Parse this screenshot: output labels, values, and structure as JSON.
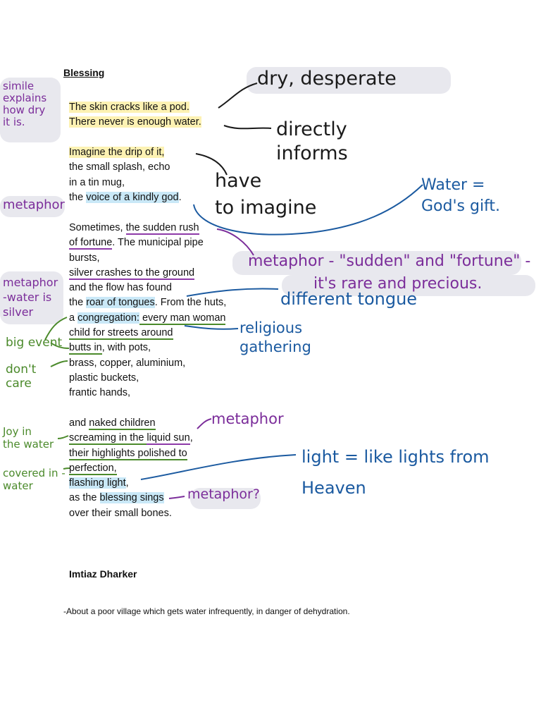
{
  "poem": {
    "title": "Blessing",
    "stanza1": [
      "The skin cracks like a pod.",
      "There never is enough water."
    ],
    "stanza2": [
      "Imagine the drip of it,",
      "the small splash, echo",
      "in a tin mug,"
    ],
    "s2_last": {
      "pre": "the ",
      "hl": "voice of a kindly god",
      "post": "."
    },
    "stanza3": {
      "l1_pre": "Sometimes, ",
      "l1_ul": "the sudden rush",
      "l2_ul": "of fortune",
      "l2_post": ". The municipal pipe",
      "l3": "bursts,",
      "l4": "silver crashes to the ground",
      "l5": "and the flow has found",
      "l6_pre": "the ",
      "l6_hl": "roar of tongues",
      "l6_post": ". From the huts,",
      "l7_pre": "a ",
      "l7_hl": "congregation:",
      "l7_post": " every man woman",
      "l8": "child for streets around",
      "l9_ul": "butts in",
      "l9_post": ", with pots,",
      "l10": "brass, copper, aluminium,",
      "l11": "plastic buckets,",
      "l12": "frantic hands,"
    },
    "stanza4": {
      "l1_pre": "and ",
      "l1_ul": "naked children",
      "l2_pre": "screaming in the ",
      "l2_ul": "liquid sun",
      "l2_post": ",",
      "l3": "their highlights polished to",
      "l4": "perfection,",
      "l5_hl": "flashing light",
      "l5_post": ",",
      "l6_pre": "as the ",
      "l6_hl": "blessing sings",
      "l7": "over their small bones."
    },
    "author": "Imtiaz Dharker",
    "about": "-About a poor village which gets water infrequently, in danger of dehydration."
  },
  "annotations": {
    "dry": "dry, desperate",
    "directly": "directly\ninforms",
    "imagine": "have\nto imagine",
    "water_gift": "Water =\nGod's gift.",
    "simile": "simile\nexplains\nhow dry\nit is.",
    "metaphor1": "metaphor",
    "metaphor_silver": "metaphor\n-water is\nsilver",
    "metaphor_sudden": "metaphor - \"sudden\" and \"fortune\" -",
    "rare": "it's rare and precious.",
    "tongue": "different tongue",
    "religious": "religious\ngathering",
    "big": "big event",
    "dont_care": "don't\ncare",
    "metaphor2": "metaphor",
    "joy": "Joy in\nthe water",
    "covered": "covered in -\nwater",
    "light": "light = like lights from\nHeaven",
    "metaphor3": "metaphor?"
  },
  "colors": {
    "purple": "#7b2d9a",
    "blue": "#1b5aa0",
    "green": "#4b8a2b",
    "black": "#1a1a1a",
    "yellow_hl": "#fdf2b3",
    "blue_hl": "#c9e8f7"
  }
}
